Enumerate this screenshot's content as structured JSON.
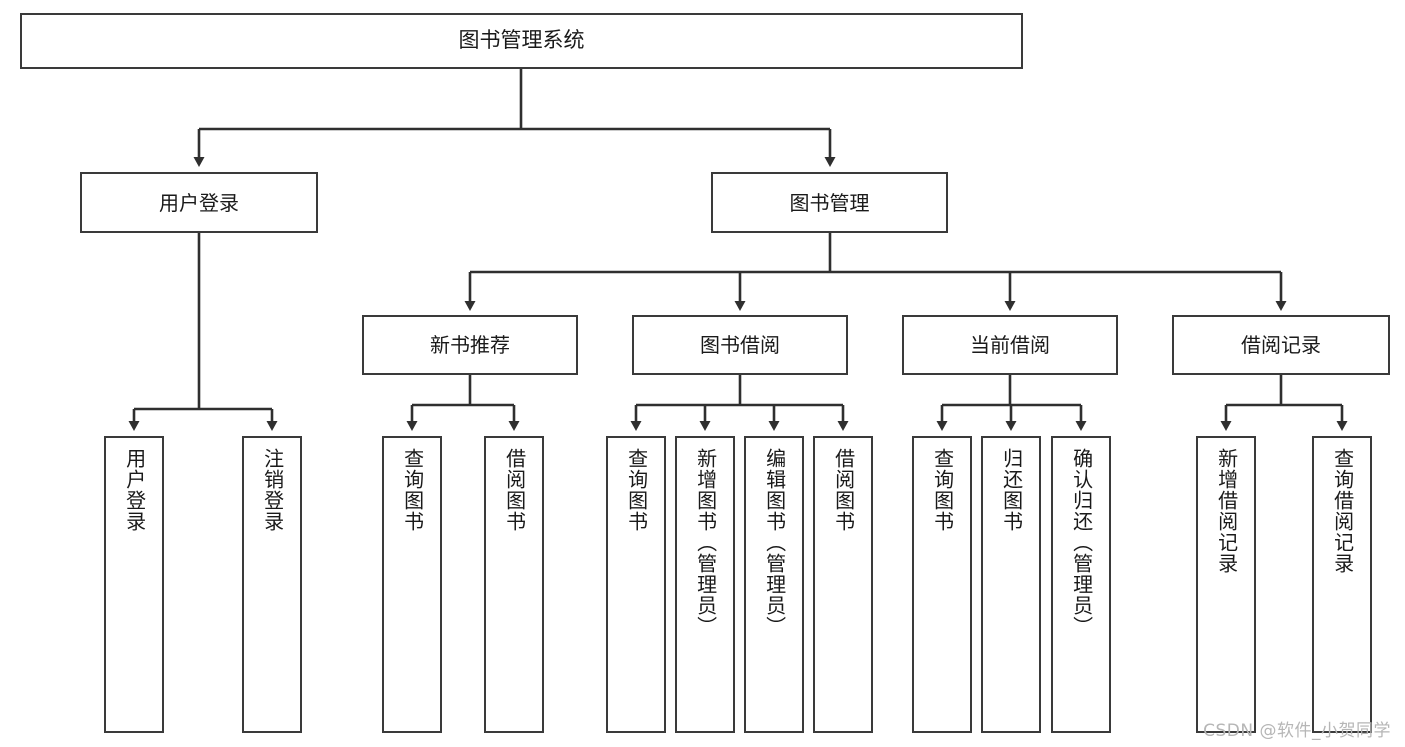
{
  "diagram": {
    "title": "图书管理系统",
    "type": "tree",
    "orientation": "top-down",
    "colors": {
      "box_border": "#3a3a3a",
      "box_fill": "#ffffff",
      "edge": "#2f2f2f",
      "text": "#1a1a1a",
      "watermark": "#b6b6b6"
    },
    "nodes": {
      "root": {
        "label": "图书管理系统"
      },
      "level1": [
        {
          "id": "user-login",
          "label": "用户登录"
        },
        {
          "id": "book-manage",
          "label": "图书管理"
        }
      ],
      "level2": [
        {
          "id": "new-book-recommend",
          "label": "新书推荐",
          "parent": "book-manage"
        },
        {
          "id": "book-borrow",
          "label": "图书借阅",
          "parent": "book-manage"
        },
        {
          "id": "current-borrow",
          "label": "当前借阅",
          "parent": "book-manage"
        },
        {
          "id": "borrow-record",
          "label": "借阅记录",
          "parent": "book-manage"
        }
      ],
      "leaves": [
        {
          "id": "leaf-user-login",
          "label": "用户登录",
          "parent": "user-login"
        },
        {
          "id": "leaf-user-logout",
          "label": "注销登录",
          "parent": "user-login"
        },
        {
          "id": "leaf-query-book-1",
          "label": "查询图书",
          "parent": "new-book-recommend"
        },
        {
          "id": "leaf-borrow-book-1",
          "label": "借阅图书",
          "parent": "new-book-recommend"
        },
        {
          "id": "leaf-query-book-2",
          "label": "查询图书",
          "parent": "book-borrow"
        },
        {
          "id": "leaf-add-book",
          "label": "新增图书（管理员）",
          "parent": "book-borrow"
        },
        {
          "id": "leaf-edit-book",
          "label": "编辑图书（管理员）",
          "parent": "book-borrow"
        },
        {
          "id": "leaf-borrow-book-2",
          "label": "借阅图书",
          "parent": "book-borrow"
        },
        {
          "id": "leaf-query-book-3",
          "label": "查询图书",
          "parent": "current-borrow"
        },
        {
          "id": "leaf-return-book",
          "label": "归还图书",
          "parent": "current-borrow"
        },
        {
          "id": "leaf-confirm-return",
          "label": "确认归还（管理员）",
          "parent": "current-borrow"
        },
        {
          "id": "leaf-add-record",
          "label": "新增借阅记录",
          "parent": "borrow-record"
        },
        {
          "id": "leaf-query-record",
          "label": "查询借阅记录",
          "parent": "borrow-record"
        }
      ]
    }
  },
  "watermark": {
    "text": "CSDN @软件_小贺同学"
  }
}
